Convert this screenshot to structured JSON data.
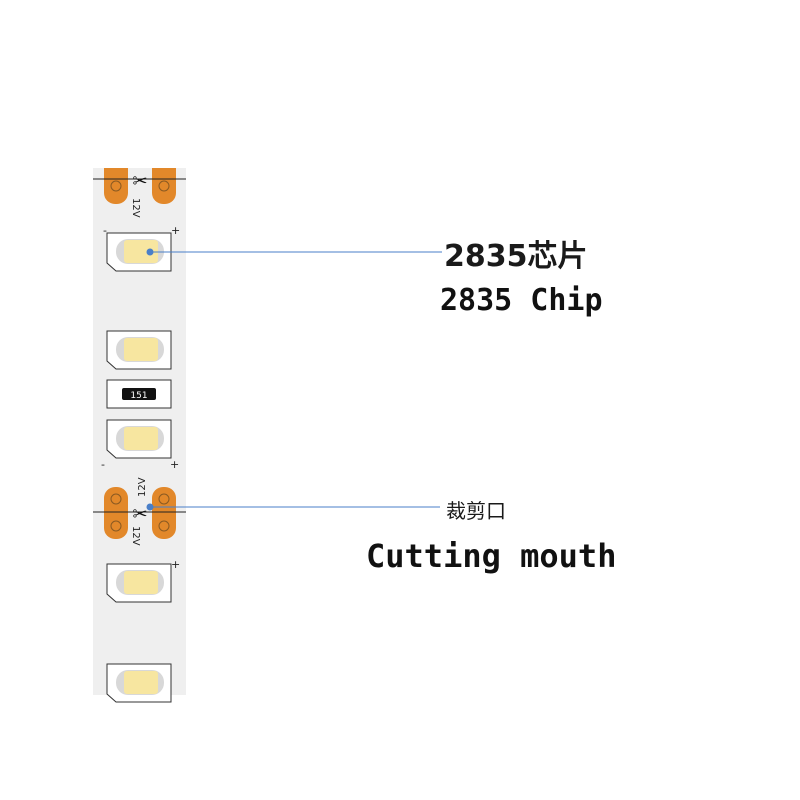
{
  "colors": {
    "strip": "#efefef",
    "pad": "#e2882a",
    "led": "#f7e6a0",
    "leader_line": "#4a7fc8",
    "resistor": "#111111"
  },
  "strip": {
    "voltage_label": "12V",
    "plus_sign": "+",
    "minus_sign": "-",
    "resistor_code": "151",
    "scissors_icon": "✂"
  },
  "callouts": {
    "chip": {
      "cn": "2835芯片",
      "en": "2835 Chip"
    },
    "cut": {
      "cn": "裁剪口",
      "en": "Cutting mouth"
    }
  }
}
